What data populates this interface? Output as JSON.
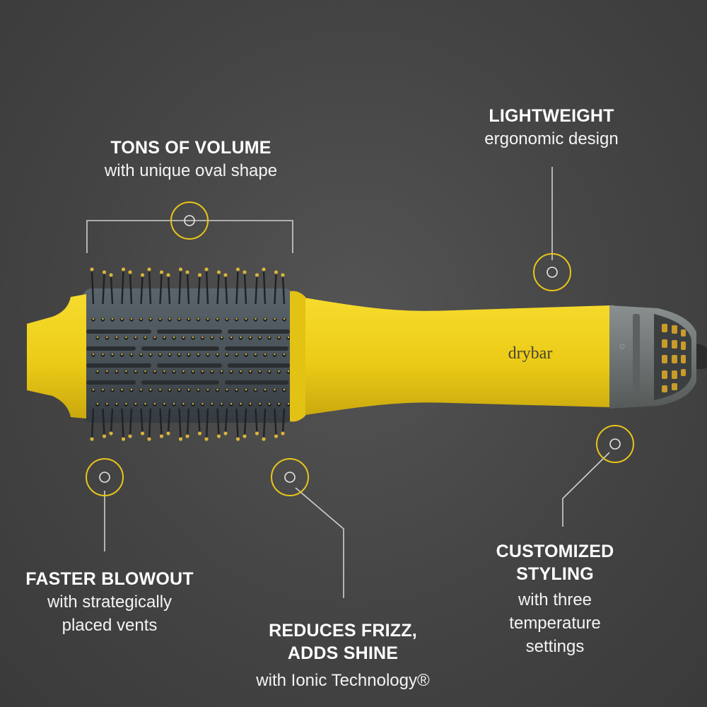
{
  "brand": "drybar",
  "colors": {
    "background": "#464646",
    "accent_yellow": "#f2d21c",
    "barrel_gray": "#4a535a",
    "callout_line": "#cfcfcf"
  },
  "icons": [
    "callout-target-icon"
  ],
  "features": [
    {
      "id": "volume",
      "title": "TONS OF VOLUME",
      "sub_lines": [
        "with unique oval shape"
      ]
    },
    {
      "id": "lightweight",
      "title": "LIGHTWEIGHT",
      "sub_lines": [
        "ergonomic design"
      ]
    },
    {
      "id": "faster",
      "title": "FASTER BLOWOUT",
      "sub_lines": [
        "with strategically",
        "placed vents"
      ]
    },
    {
      "id": "frizz",
      "title_lines": [
        "REDUCES FRIZZ,",
        "ADDS SHINE"
      ],
      "sub_lines": [
        "with Ionic Technology®"
      ]
    },
    {
      "id": "custom",
      "title_lines": [
        "CUSTOMIZED",
        "STYLING"
      ],
      "sub_lines": [
        "with three",
        "temperature",
        "settings"
      ]
    }
  ]
}
